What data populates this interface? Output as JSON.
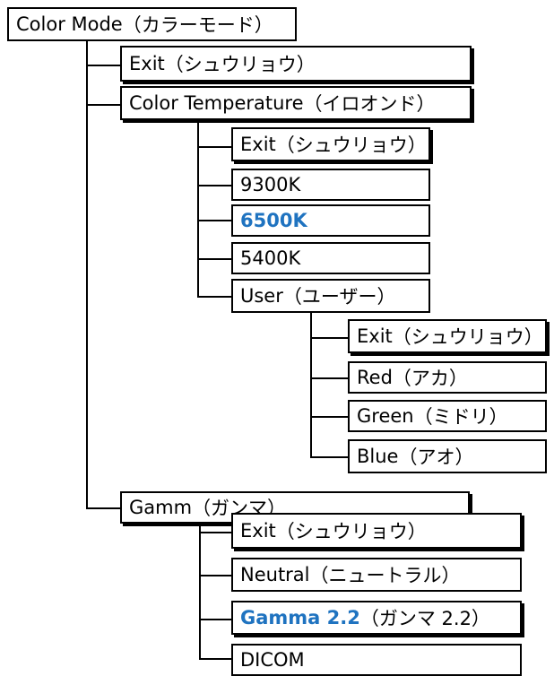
{
  "menu": {
    "root": {
      "label": "Color Mode",
      "suffix": "（カラーモード）"
    },
    "level1": [
      {
        "label": "Exit",
        "suffix": "（シュウリョウ）"
      },
      {
        "label": "Color Temperature",
        "suffix": "（イロオンド）"
      },
      {
        "label": "Gamm",
        "suffix": "（ガンマ）"
      }
    ],
    "color_temperature": [
      {
        "label": "Exit",
        "suffix": "（シュウリョウ）"
      },
      {
        "label": "9300K",
        "suffix": ""
      },
      {
        "label": "6500K",
        "suffix": "",
        "selected": true
      },
      {
        "label": "5400K",
        "suffix": ""
      },
      {
        "label": "User",
        "suffix": "（ユーザー）"
      }
    ],
    "user": [
      {
        "label": "Exit",
        "suffix": "（シュウリョウ）"
      },
      {
        "label": "Red",
        "suffix": "（アカ）"
      },
      {
        "label": "Green",
        "suffix": "（ミドリ）"
      },
      {
        "label": "Blue",
        "suffix": "（アオ）"
      }
    ],
    "gamma": [
      {
        "label": "Exit",
        "suffix": "（シュウリョウ）"
      },
      {
        "label": "Neutral",
        "suffix": "（ニュートラル）"
      },
      {
        "label": "Gamma 2.2",
        "suffix": "（ガンマ 2.2）",
        "selected": true
      },
      {
        "label": "DICOM",
        "suffix": ""
      }
    ]
  },
  "colors": {
    "highlight": "#1f73c0",
    "line": "#000000",
    "box_border": "#000000"
  }
}
